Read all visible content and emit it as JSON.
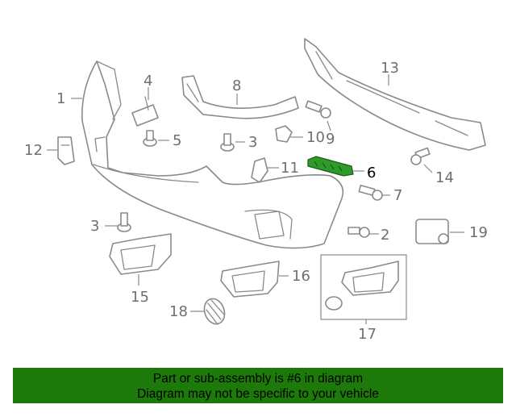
{
  "callouts": {
    "c1": "1",
    "c2": "2",
    "c3a": "3",
    "c3b": "3",
    "c4": "4",
    "c5": "5",
    "c6": "6",
    "c7": "7",
    "c8": "8",
    "c9": "9",
    "c10": "10",
    "c11": "11",
    "c12": "12",
    "c13": "13",
    "c14": "14",
    "c15": "15",
    "c16": "16",
    "c17": "17",
    "c18": "18",
    "c19": "19"
  },
  "highlight": {
    "callout": "6",
    "color": "#2e9a2a"
  },
  "banner": {
    "line1": "Part or sub-assembly is #6 in diagram",
    "line2": "Diagram may not be specific to your vehicle",
    "color": "#1d7a0a"
  }
}
